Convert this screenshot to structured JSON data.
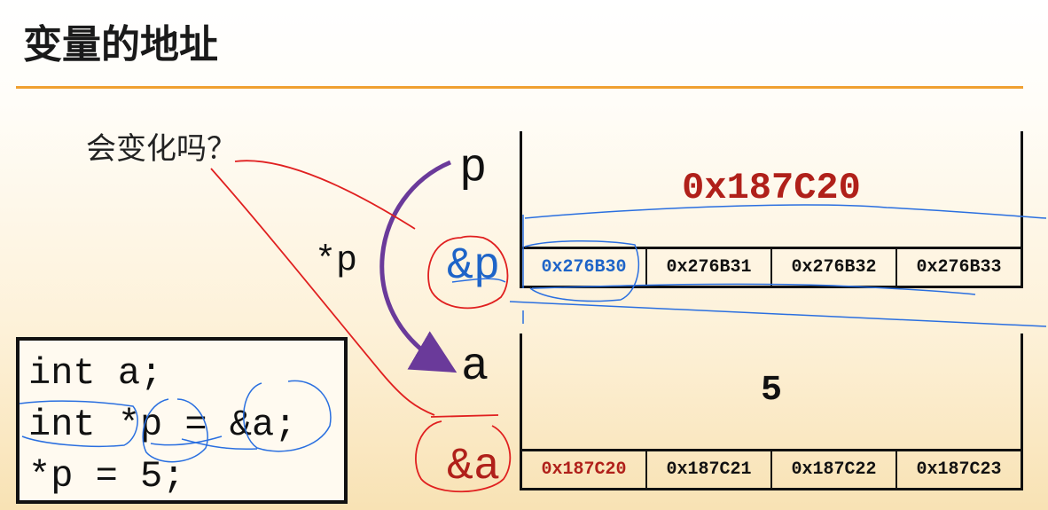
{
  "slide": {
    "title": "变量的地址",
    "question": "会变化吗？"
  },
  "labels": {
    "var_p": "p",
    "addr_p": "&p",
    "deref": "*p",
    "var_a": "a",
    "addr_a": "&a"
  },
  "memory_p": {
    "value": "0x187C20",
    "addresses": [
      "0x276B30",
      "0x276B31",
      "0x276B32",
      "0x276B33"
    ]
  },
  "memory_a": {
    "value": "5",
    "addresses": [
      "0x187C20",
      "0x187C21",
      "0x187C22",
      "0x187C23"
    ]
  },
  "code": [
    "int a;",
    "int *p = &a;",
    "*p = 5;"
  ],
  "colors": {
    "accent_rule": "#f0a030",
    "address_red": "#b0201a",
    "address_blue": "#1e64c8",
    "arrow_purple": "#6a3a9a",
    "ink_red": "#e02020",
    "ink_blue": "#2a6fe0"
  }
}
